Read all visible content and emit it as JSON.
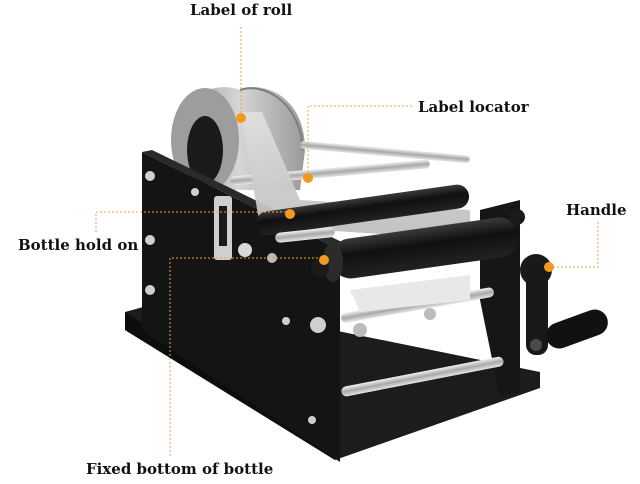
{
  "labels": {
    "label_of_roll": "Label of roll",
    "label_locator": "Label locator",
    "handle": "Handle",
    "bottle_hold_on": "Bottle hold on",
    "fixed_bottom_of_bottle": "Fixed bottom of bottle"
  },
  "colors": {
    "callout_dot": "#f39a1e",
    "callout_line": "#e9a64a",
    "machine_body": "#141414",
    "roller": "#1b1b1b",
    "steel_rod": "#c9c9c9",
    "label_roll": "#b9b9b9"
  }
}
